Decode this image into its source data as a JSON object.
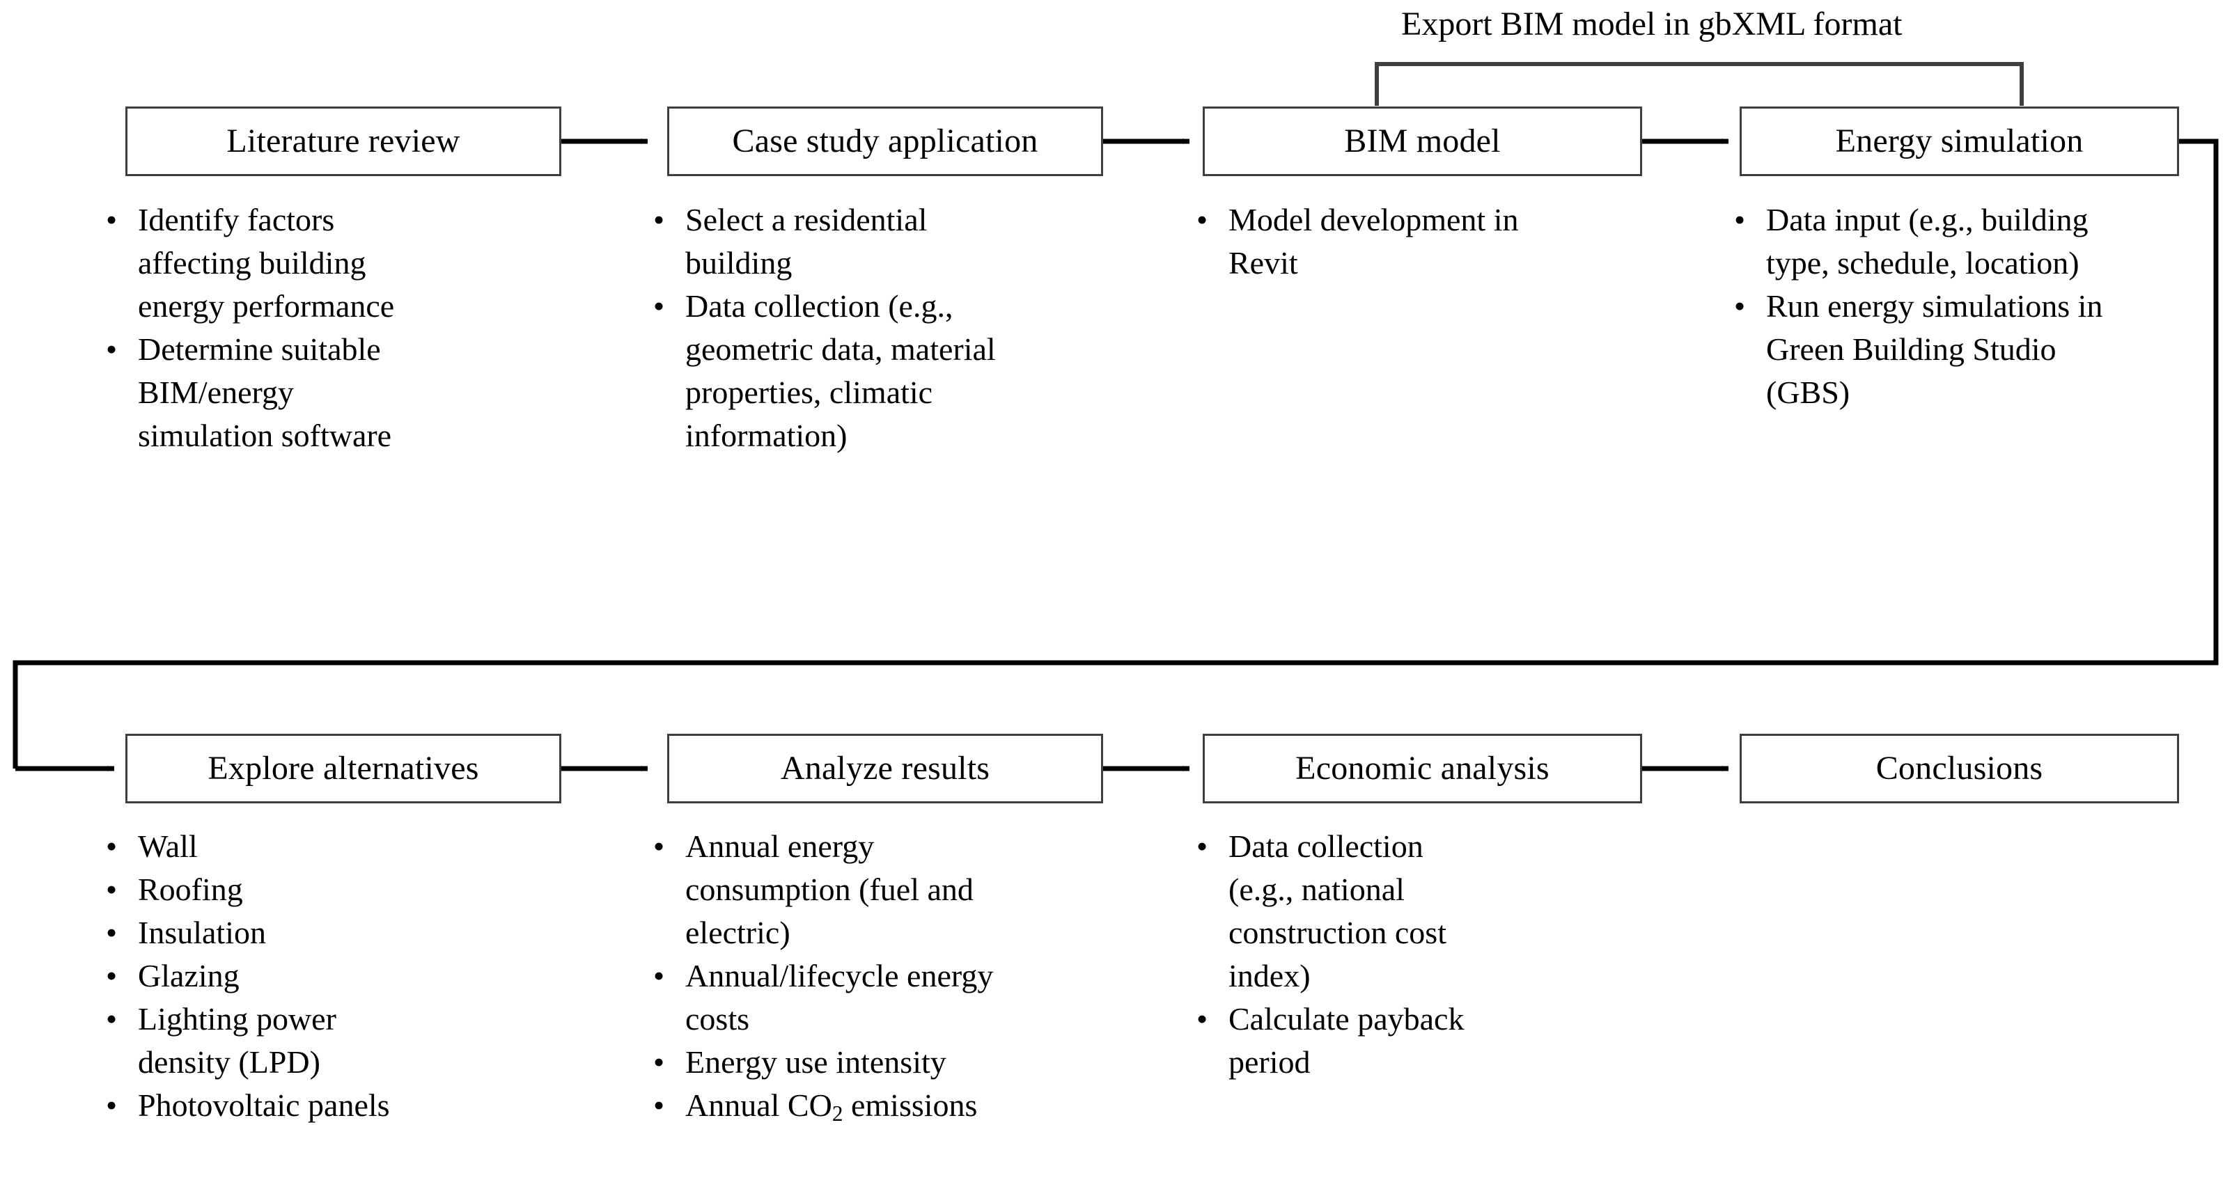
{
  "diagram": {
    "title_label": "Export BIM model in gbXML format",
    "row1": [
      {
        "id": "literature-review",
        "label": "Literature review",
        "bullets": [
          "Identify factors affecting building energy performance",
          "Determine suitable BIM/energy simulation software"
        ]
      },
      {
        "id": "case-study-application",
        "label": "Case study application",
        "bullets": [
          "Select a residential building",
          "Data collection (e.g., geometric data, material properties, climatic information)"
        ]
      },
      {
        "id": "bim-model",
        "label": "BIM model",
        "bullets": [
          "Model development in Revit"
        ]
      },
      {
        "id": "energy-simulation",
        "label": "Energy simulation",
        "bullets": [
          "Data input (e.g., building type, schedule, location)",
          "Run energy simulations in Green Building Studio (GBS)"
        ]
      }
    ],
    "row2": [
      {
        "id": "explore-alternatives",
        "label": "Explore alternatives",
        "bullets": [
          "Wall",
          "Roofing",
          "Insulation",
          "Glazing",
          "Lighting power density (LPD)",
          "Photovoltaic panels"
        ]
      },
      {
        "id": "analyze-results",
        "label": "Analyze results",
        "bullets": [
          "Annual energy consumption (fuel and electric)",
          "Annual/lifecycle energy costs",
          "Energy use intensity",
          "Annual CO2 emissions"
        ],
        "bullets_html": [
          null,
          null,
          null,
          "Annual CO<sub>2</sub> emissions"
        ]
      },
      {
        "id": "economic-analysis",
        "label": "Economic analysis",
        "bullets": [
          "Data collection (e.g., national construction cost index)",
          "Calculate payback period"
        ]
      },
      {
        "id": "conclusions",
        "label": "Conclusions",
        "bullets": []
      }
    ],
    "bullet_glyph": "•",
    "colors": {
      "box_border": "#3f3f3f",
      "connector": "#000000",
      "text": "#000000",
      "background": "#ffffff"
    }
  }
}
